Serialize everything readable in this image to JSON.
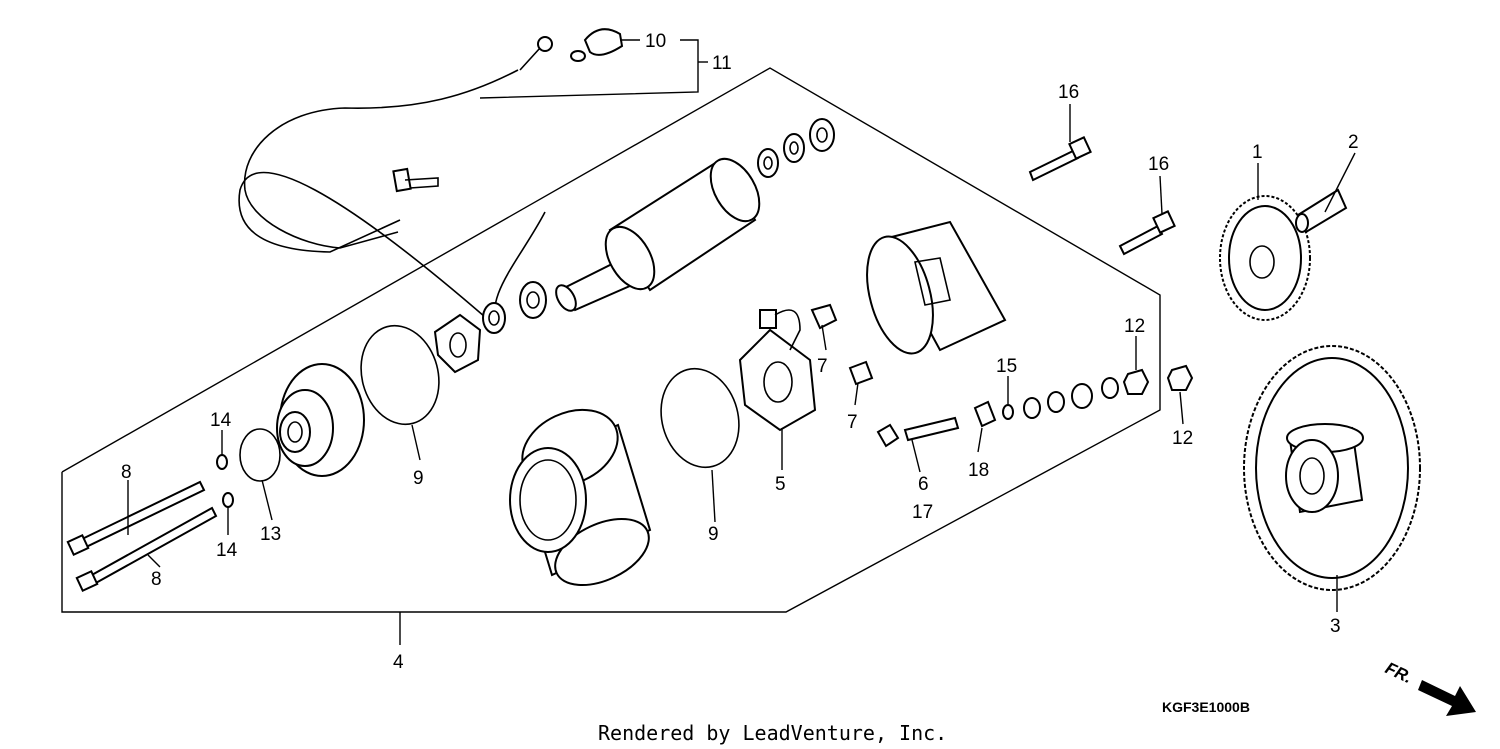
{
  "callouts": {
    "c1": "1",
    "c2": "2",
    "c3": "3",
    "c4": "4",
    "c5": "5",
    "c6": "6",
    "c7a": "7",
    "c7b": "7",
    "c8a": "8",
    "c8b": "8",
    "c9a": "9",
    "c9b": "9",
    "c10": "10",
    "c11": "11",
    "c12a": "12",
    "c12b": "12",
    "c13": "13",
    "c14a": "14",
    "c14b": "14",
    "c15": "15",
    "c16a": "16",
    "c16b": "16",
    "c17": "17",
    "c18": "18"
  },
  "diagram_code": "KGF3E1000B",
  "front_marker": "FR.",
  "credit": "Rendered by LeadVenture, Inc."
}
